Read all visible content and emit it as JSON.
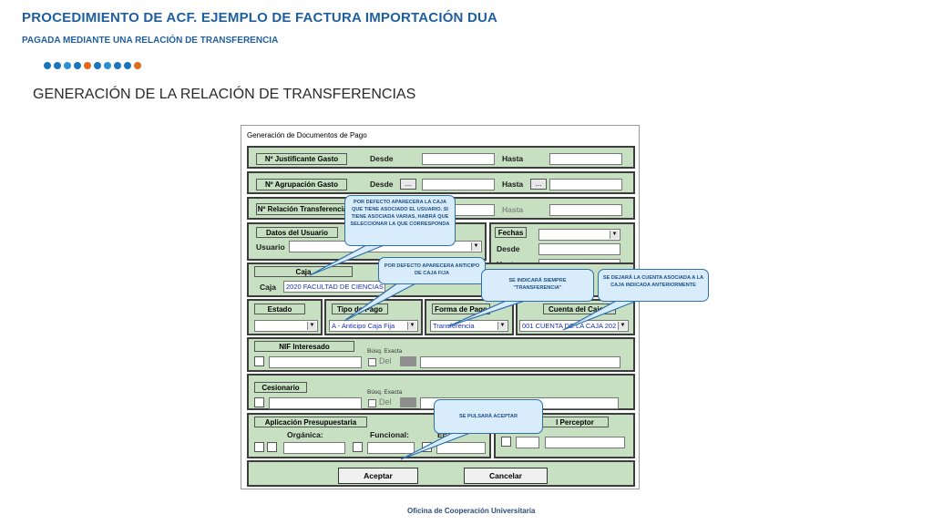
{
  "slide": {
    "title": "PROCEDIMIENTO DE ACF. EJEMPLO DE FACTURA IMPORTACIÓN DUA",
    "subtitle": "PAGADA MEDIANTE UNA RELACIÓN DE TRANSFERENCIA",
    "section": "GENERACIÓN DE LA RELACIÓN DE TRANSFERENCIAS",
    "footer": "Oficina de Cooperación Universitaria",
    "dot_colors": [
      "#1b75bb",
      "#1b75bb",
      "#2b8fd0",
      "#1b75bb",
      "#e06a1e",
      "#1b75bb",
      "#2b8fd0",
      "#1b75bb",
      "#1b75bb",
      "#e06a1e"
    ]
  },
  "window": {
    "title": "Generación de Documentos de Pago"
  },
  "form": {
    "justificante": {
      "label": "Nº Justificante Gasto",
      "desde": "Desde",
      "hasta": "Hasta"
    },
    "agrupacion": {
      "label": "Nº Agrupación Gasto",
      "desde": "Desde",
      "hasta": "Hasta",
      "ellipsis": "..."
    },
    "relacion": {
      "label": "Nº Relación Transferencia",
      "hasta": "Hasta"
    },
    "datos_usuario": {
      "label": "Datos del Usuario",
      "usuario": "Usuario"
    },
    "fechas": {
      "label": "Fechas",
      "desde": "Desde",
      "hasta": "Hasta"
    },
    "caja": {
      "group": "Caja",
      "label": "Caja",
      "value": "2020 FACULTAD DE CIENCIAS"
    },
    "estado": {
      "label": "Estado"
    },
    "tipo_pago": {
      "label": "Tipo de Pago",
      "value": "A - Anticipo Caja Fija"
    },
    "forma_pago": {
      "label": "Forma de Pago",
      "value": "Transferencia"
    },
    "cuenta_cajero": {
      "label": "Cuenta del Cajero",
      "value": "001 CUENTA DE LA CAJA 202"
    },
    "nif": {
      "label": "NIF Interesado",
      "busq": "Búsq. Exacta",
      "del": "Del"
    },
    "cesionario": {
      "label": "Cesionario",
      "busq": "Búsq. Exacta",
      "del": "Del"
    },
    "aplicacion": {
      "label": "Aplicación Presupuestaria",
      "organica": "Orgánica:",
      "funcional": "Funcional:",
      "economica": "Ec"
    },
    "perceptor": {
      "label": "l Perceptor"
    },
    "buttons": {
      "aceptar": "Aceptar",
      "cancelar": "Cancelar"
    }
  },
  "callouts": {
    "caja": "POR DEFECTO APARECERA LA CAJA QUE TIENE ASOCIADO EL USUARIO. SI TIENE ASOCIADA VARIAS, HABRÁ QUE SELECCIONAR LA QUE CORRESPONDA",
    "anticipo": "POR DEFECTO APARECERA ANTICIPO DE CAJA FIJA",
    "transferencia": "SE INDICARÁ SIEMPRE \"TRANSFERENCIA\"",
    "cuenta": "SE DEJARÁ LA CUENTA ASOCIADA A LA CAJA INDICADA ANTERIORMENTE",
    "aceptar": "SE PULSARÁ ACEPTAR"
  }
}
